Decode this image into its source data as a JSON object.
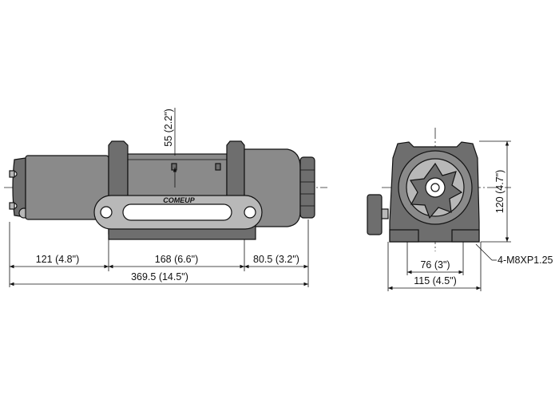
{
  "side_view": {
    "brand": "COMEUP",
    "dim_motor": "121 (4.8\")",
    "dim_drum": "168 (6.6\")",
    "dim_gear": "80.5 (3.2\")",
    "dim_total": "369.5 (14.5\")",
    "dim_height": "55 (2.2\")"
  },
  "end_view": {
    "dim_bolt": "76 (3\")",
    "dim_width": "115 (4.5\")",
    "dim_height": "120 (4.7\")",
    "thread": "4-M8XP1.25"
  }
}
